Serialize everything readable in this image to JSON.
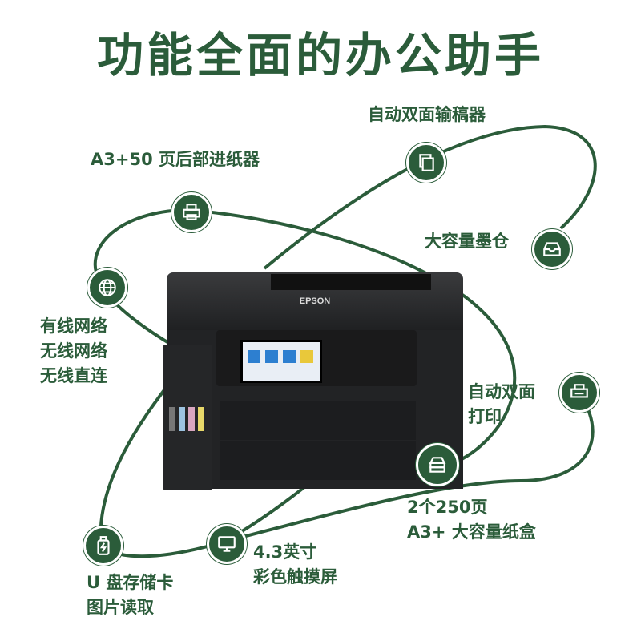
{
  "title": "功能全面的办公助手",
  "brand": "EPSON",
  "accent_color": "#2b5c3a",
  "features": [
    {
      "icon": "duplex-adf-icon",
      "lines": [
        "自动双面输稿器"
      ]
    },
    {
      "icon": "rear-feed-printer-icon",
      "lines": [
        "A3+50 页后部进纸器"
      ]
    },
    {
      "icon": "ink-tank-icon",
      "lines": [
        "大容量墨仓"
      ]
    },
    {
      "icon": "globe-network-icon",
      "lines": [
        "有线网络",
        "无线网络",
        "无线直连"
      ]
    },
    {
      "icon": "duplex-print-icon",
      "lines": [
        "自动双面",
        "打印"
      ]
    },
    {
      "icon": "paper-cassette-icon",
      "lines": [
        "2个250页",
        "A3+ 大容量纸盒"
      ]
    },
    {
      "icon": "usb-card-icon",
      "lines": [
        "U 盘存储卡",
        "图片读取"
      ]
    },
    {
      "icon": "touchscreen-icon",
      "lines": [
        "4.3英寸",
        "彩色触摸屏"
      ]
    }
  ]
}
